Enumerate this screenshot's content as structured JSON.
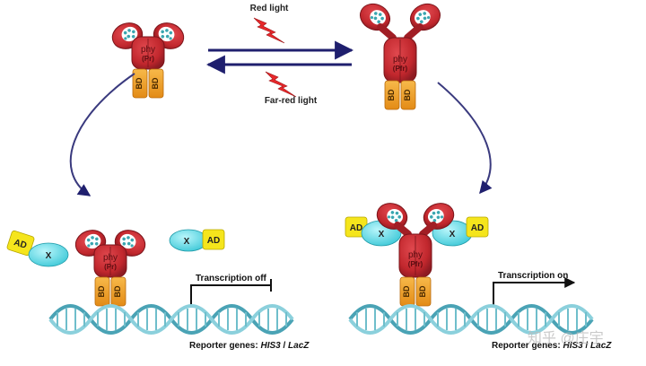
{
  "light": {
    "red": "Red light",
    "far_red": "Far-red light"
  },
  "protein": {
    "phy": "phy",
    "pr": "(Pr)",
    "pfr": "(Pfr)",
    "bd": "BD",
    "ad": "AD",
    "x": "X"
  },
  "transcription": {
    "off": "Transcription off",
    "on": "Transcription on"
  },
  "reporter": {
    "prefix": "Reporter genes: ",
    "his3": "HIS3",
    "sep": " / ",
    "lacz": "LacZ"
  },
  "watermark": "知乎 @庄宇",
  "colors": {
    "phy_red": "#c1272d",
    "phy_dark": "#8e1b22",
    "bd_orange": "#f0a12b",
    "ad_yellow": "#f5e51c",
    "x_cyan": "#5ee0ee",
    "arrow_navy": "#1f1f6e",
    "dna_teal": "#4aa3b5",
    "bolt_red": "#e8282b"
  }
}
